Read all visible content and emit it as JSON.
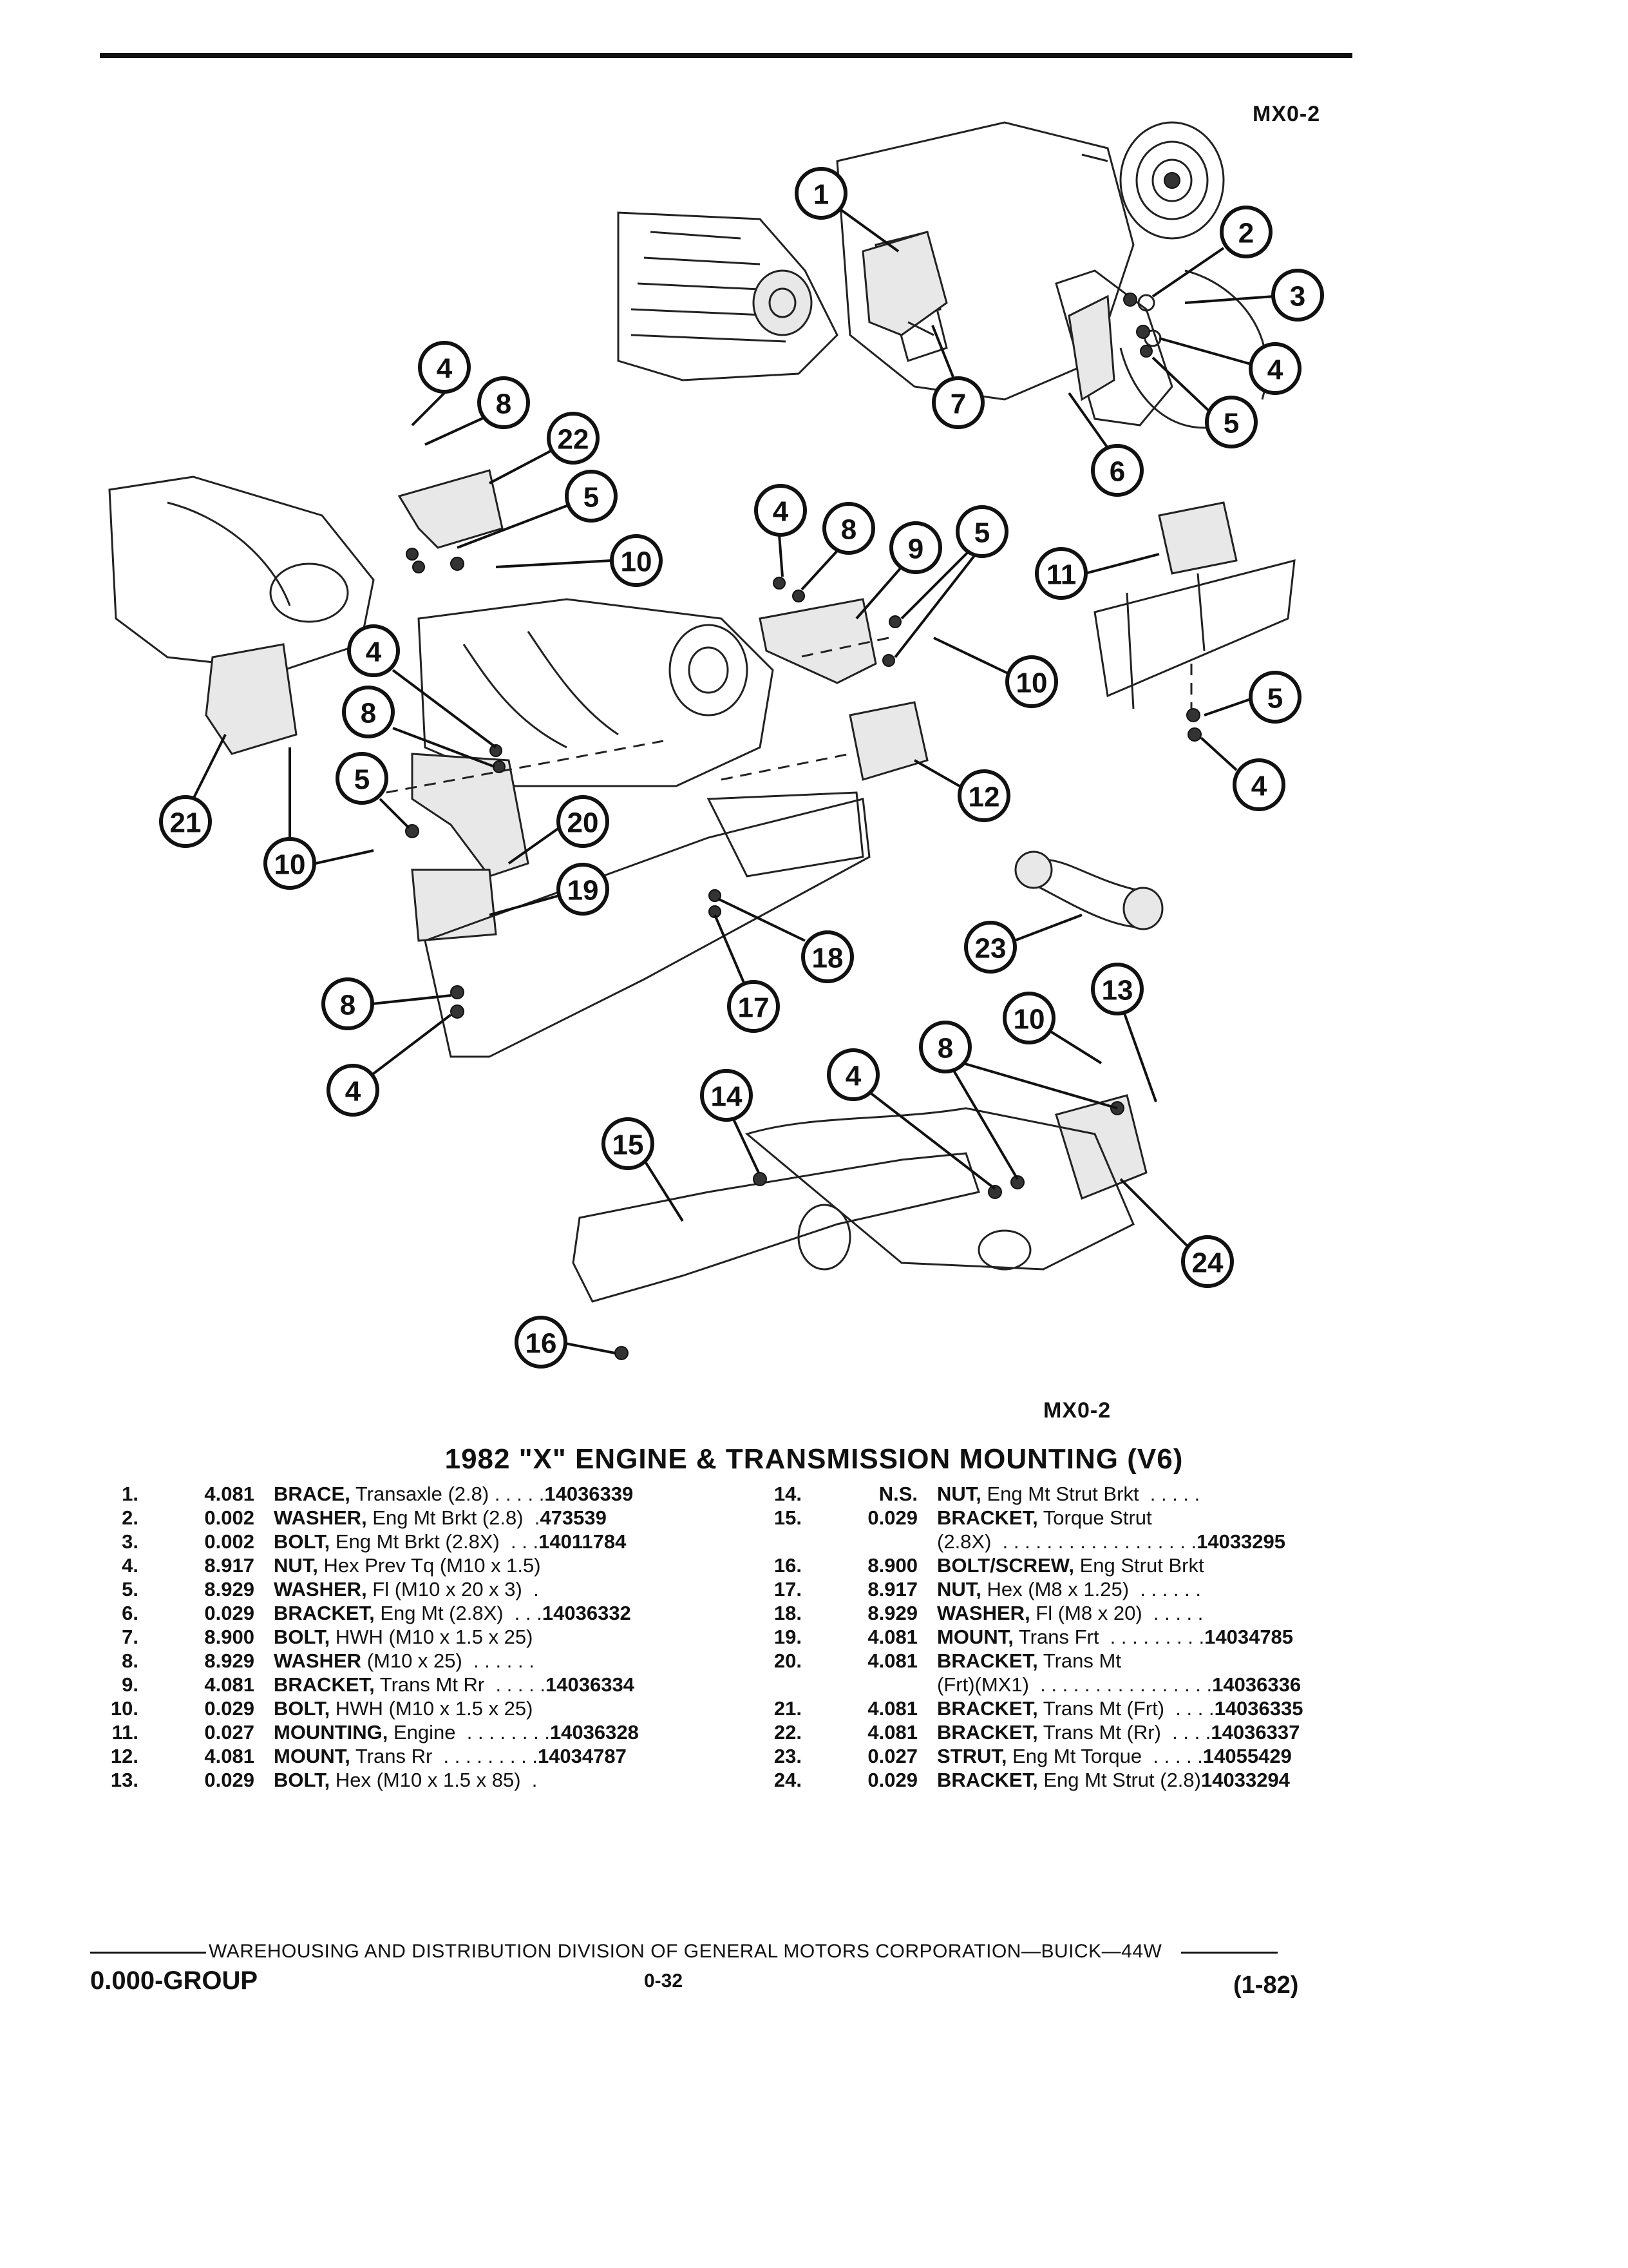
{
  "figure_code_top": "MX0-2",
  "figure_code_bottom": "MX0-2",
  "title": "1982 \"X\" ENGINE & TRANSMISSION MOUNTING (V6)",
  "callouts": [
    "1",
    "2",
    "3",
    "4",
    "5",
    "6",
    "7",
    "4",
    "8",
    "22",
    "5",
    "10",
    "4",
    "8",
    "9",
    "5",
    "11",
    "10",
    "5",
    "4",
    "4",
    "8",
    "5",
    "21",
    "10",
    "20",
    "12",
    "19",
    "23",
    "18",
    "8",
    "17",
    "4",
    "13",
    "10",
    "8",
    "4",
    "14",
    "15",
    "24",
    "16"
  ],
  "parts_left": [
    {
      "num": "1.",
      "group": "4.081",
      "name": "BRACE,",
      "detail": " Transaxle (2.8) . . . . .",
      "part_no": "14036339"
    },
    {
      "num": "2.",
      "group": "0.002",
      "name": "WASHER,",
      "detail": " Eng Mt Brkt (2.8)  .",
      "part_no": "473539"
    },
    {
      "num": "3.",
      "group": "0.002",
      "name": "BOLT,",
      "detail": " Eng Mt Brkt (2.8X)  . . .",
      "part_no": "14011784"
    },
    {
      "num": "4.",
      "group": "8.917",
      "name": "NUT,",
      "detail": " Hex Prev Tq (M10 x 1.5)",
      "part_no": ""
    },
    {
      "num": "5.",
      "group": "8.929",
      "name": "WASHER,",
      "detail": " Fl (M10 x 20 x 3)  .",
      "part_no": ""
    },
    {
      "num": "6.",
      "group": "0.029",
      "name": "BRACKET,",
      "detail": " Eng Mt (2.8X)  . . .",
      "part_no": "14036332"
    },
    {
      "num": "7.",
      "group": "8.900",
      "name": "BOLT,",
      "detail": " HWH (M10 x 1.5 x 25)",
      "part_no": ""
    },
    {
      "num": "8.",
      "group": "8.929",
      "name": "WASHER",
      "detail": " (M10 x 25)  . . . . . .",
      "part_no": ""
    },
    {
      "num": "9.",
      "group": "4.081",
      "name": "BRACKET,",
      "detail": " Trans Mt Rr  . . . . .",
      "part_no": "14036334"
    },
    {
      "num": "10.",
      "group": "0.029",
      "name": "BOLT,",
      "detail": " HWH (M10 x 1.5 x 25)",
      "part_no": ""
    },
    {
      "num": "11.",
      "group": "0.027",
      "name": "MOUNTING,",
      "detail": " Engine  . . . . . . . .",
      "part_no": "14036328"
    },
    {
      "num": "12.",
      "group": "4.081",
      "name": "MOUNT,",
      "detail": " Trans Rr  . . . . . . . . .",
      "part_no": "14034787"
    },
    {
      "num": "13.",
      "group": "0.029",
      "name": "BOLT,",
      "detail": " Hex (M10 x 1.5 x 85)  .",
      "part_no": ""
    }
  ],
  "parts_right": [
    {
      "num": "14.",
      "group": "N.S.",
      "name": "NUT,",
      "detail": " Eng Mt Strut Brkt  . . . . .",
      "part_no": ""
    },
    {
      "num": "15.",
      "group": "0.029",
      "name": "BRACKET,",
      "detail": " Torque Strut",
      "part_no": ""
    },
    {
      "num": "",
      "group": "",
      "name": "",
      "detail": "(2.8X)  . . . . . . . . . . . . . . . . . .",
      "part_no": "14033295"
    },
    {
      "num": "16.",
      "group": "8.900",
      "name": "BOLT/SCREW,",
      "detail": " Eng Strut Brkt",
      "part_no": ""
    },
    {
      "num": "17.",
      "group": "8.917",
      "name": "NUT,",
      "detail": " Hex (M8 x 1.25)  . . . . . .",
      "part_no": ""
    },
    {
      "num": "18.",
      "group": "8.929",
      "name": "WASHER,",
      "detail": " Fl (M8 x 20)  . . . . .",
      "part_no": ""
    },
    {
      "num": "19.",
      "group": "4.081",
      "name": "MOUNT,",
      "detail": " Trans Frt  . . . . . . . . .",
      "part_no": "14034785"
    },
    {
      "num": "20.",
      "group": "4.081",
      "name": "BRACKET,",
      "detail": " Trans Mt",
      "part_no": ""
    },
    {
      "num": "",
      "group": "",
      "name": "",
      "detail": "(Frt)(MX1)  . . . . . . . . . . . . . . . .",
      "part_no": "14036336"
    },
    {
      "num": "21.",
      "group": "4.081",
      "name": "BRACKET,",
      "detail": " Trans Mt (Frt)  . . . .",
      "part_no": "14036335"
    },
    {
      "num": "22.",
      "group": "4.081",
      "name": "BRACKET,",
      "detail": " Trans Mt (Rr)  . . . .",
      "part_no": "14036337"
    },
    {
      "num": "23.",
      "group": "0.027",
      "name": "STRUT,",
      "detail": " Eng Mt Torque  . . . . .",
      "part_no": "14055429"
    },
    {
      "num": "24.",
      "group": "0.029",
      "name": "BRACKET,",
      "detail": " Eng Mt Strut (2.8)",
      "part_no": "14033294"
    }
  ],
  "footer": {
    "division": "WAREHOUSING AND DISTRIBUTION  DIVISION OF GENERAL MOTORS CORPORATION—BUICK—44W",
    "group": "0.000-GROUP",
    "page": "0-32",
    "date": "(1-82)"
  }
}
